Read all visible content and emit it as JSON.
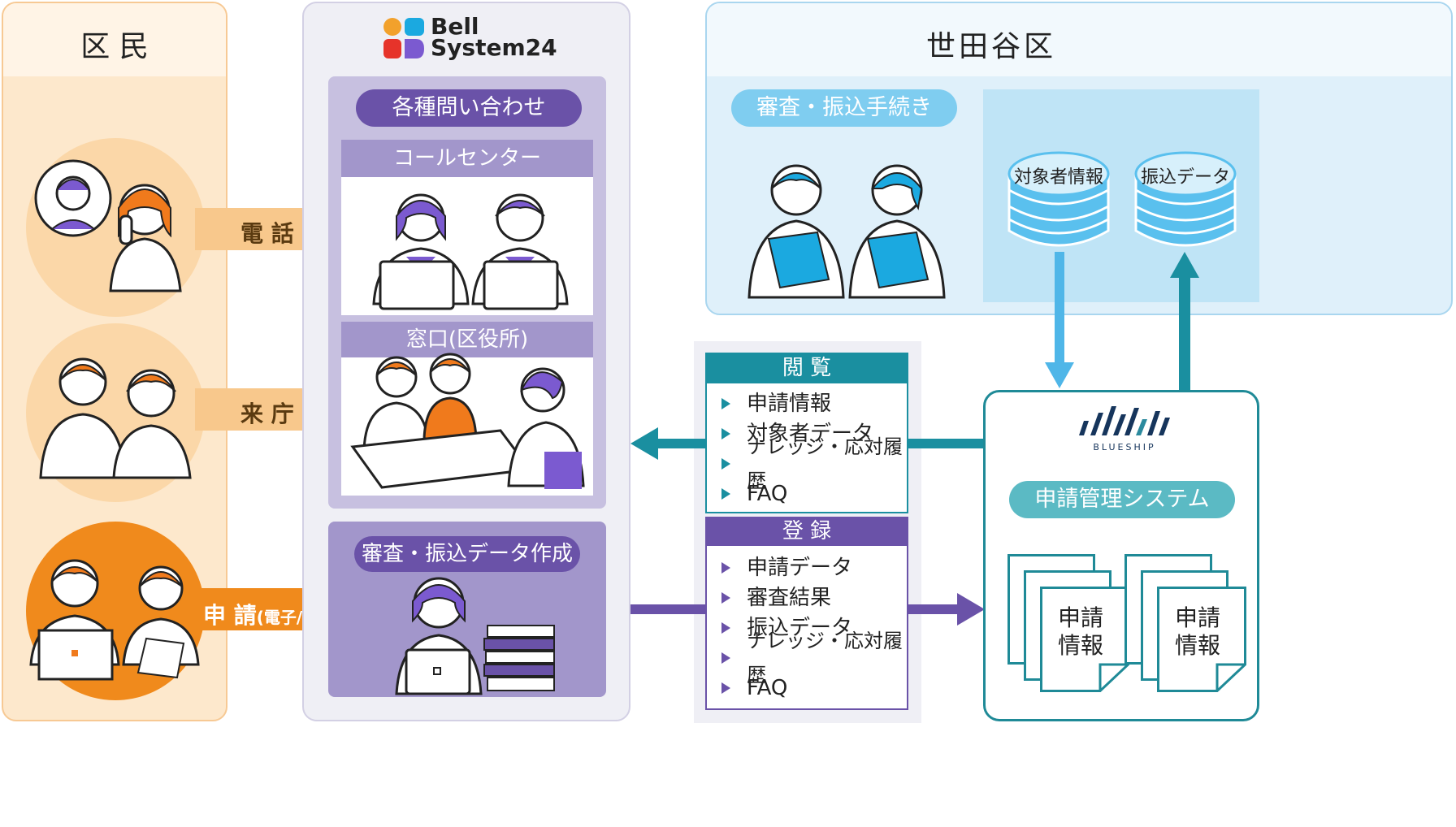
{
  "citizens": {
    "title": "区 民",
    "channels": [
      {
        "label": "電 話"
      },
      {
        "label": "来 庁"
      },
      {
        "label": "申 請",
        "sub": "(電子/紙)"
      }
    ]
  },
  "vendor": {
    "logo_line1": "Bell",
    "logo_line2": "System24",
    "inquiry_pill": "各種問い合わせ",
    "call_center": "コールセンター",
    "counter": "窓口(区役所)",
    "review_pill": "審査・振込データ作成"
  },
  "ward": {
    "title": "世田谷区",
    "review_pill": "審査・振込手続き",
    "db1": "対象者情報",
    "db2": "振込データ"
  },
  "browse": {
    "header": "閲 覧",
    "items": [
      "申請情報",
      "対象者データ",
      "ナレッジ・応対履歴",
      "FAQ"
    ]
  },
  "register": {
    "header": "登 録",
    "items": [
      "申請データ",
      "審査結果",
      "振込データ",
      "ナレッジ・応対履歴",
      "FAQ"
    ]
  },
  "system": {
    "brand": "BLUESHIP",
    "pill": "申請管理システム",
    "doc_line1": "申請",
    "doc_line2": "情報"
  },
  "colors": {
    "orange": "#f08a1c",
    "orange_light": "#fde9cf",
    "purple": "#6a52a8",
    "lavender": "#c7c0e0",
    "teal": "#1a8fa0",
    "sky": "#bfe4f6"
  }
}
